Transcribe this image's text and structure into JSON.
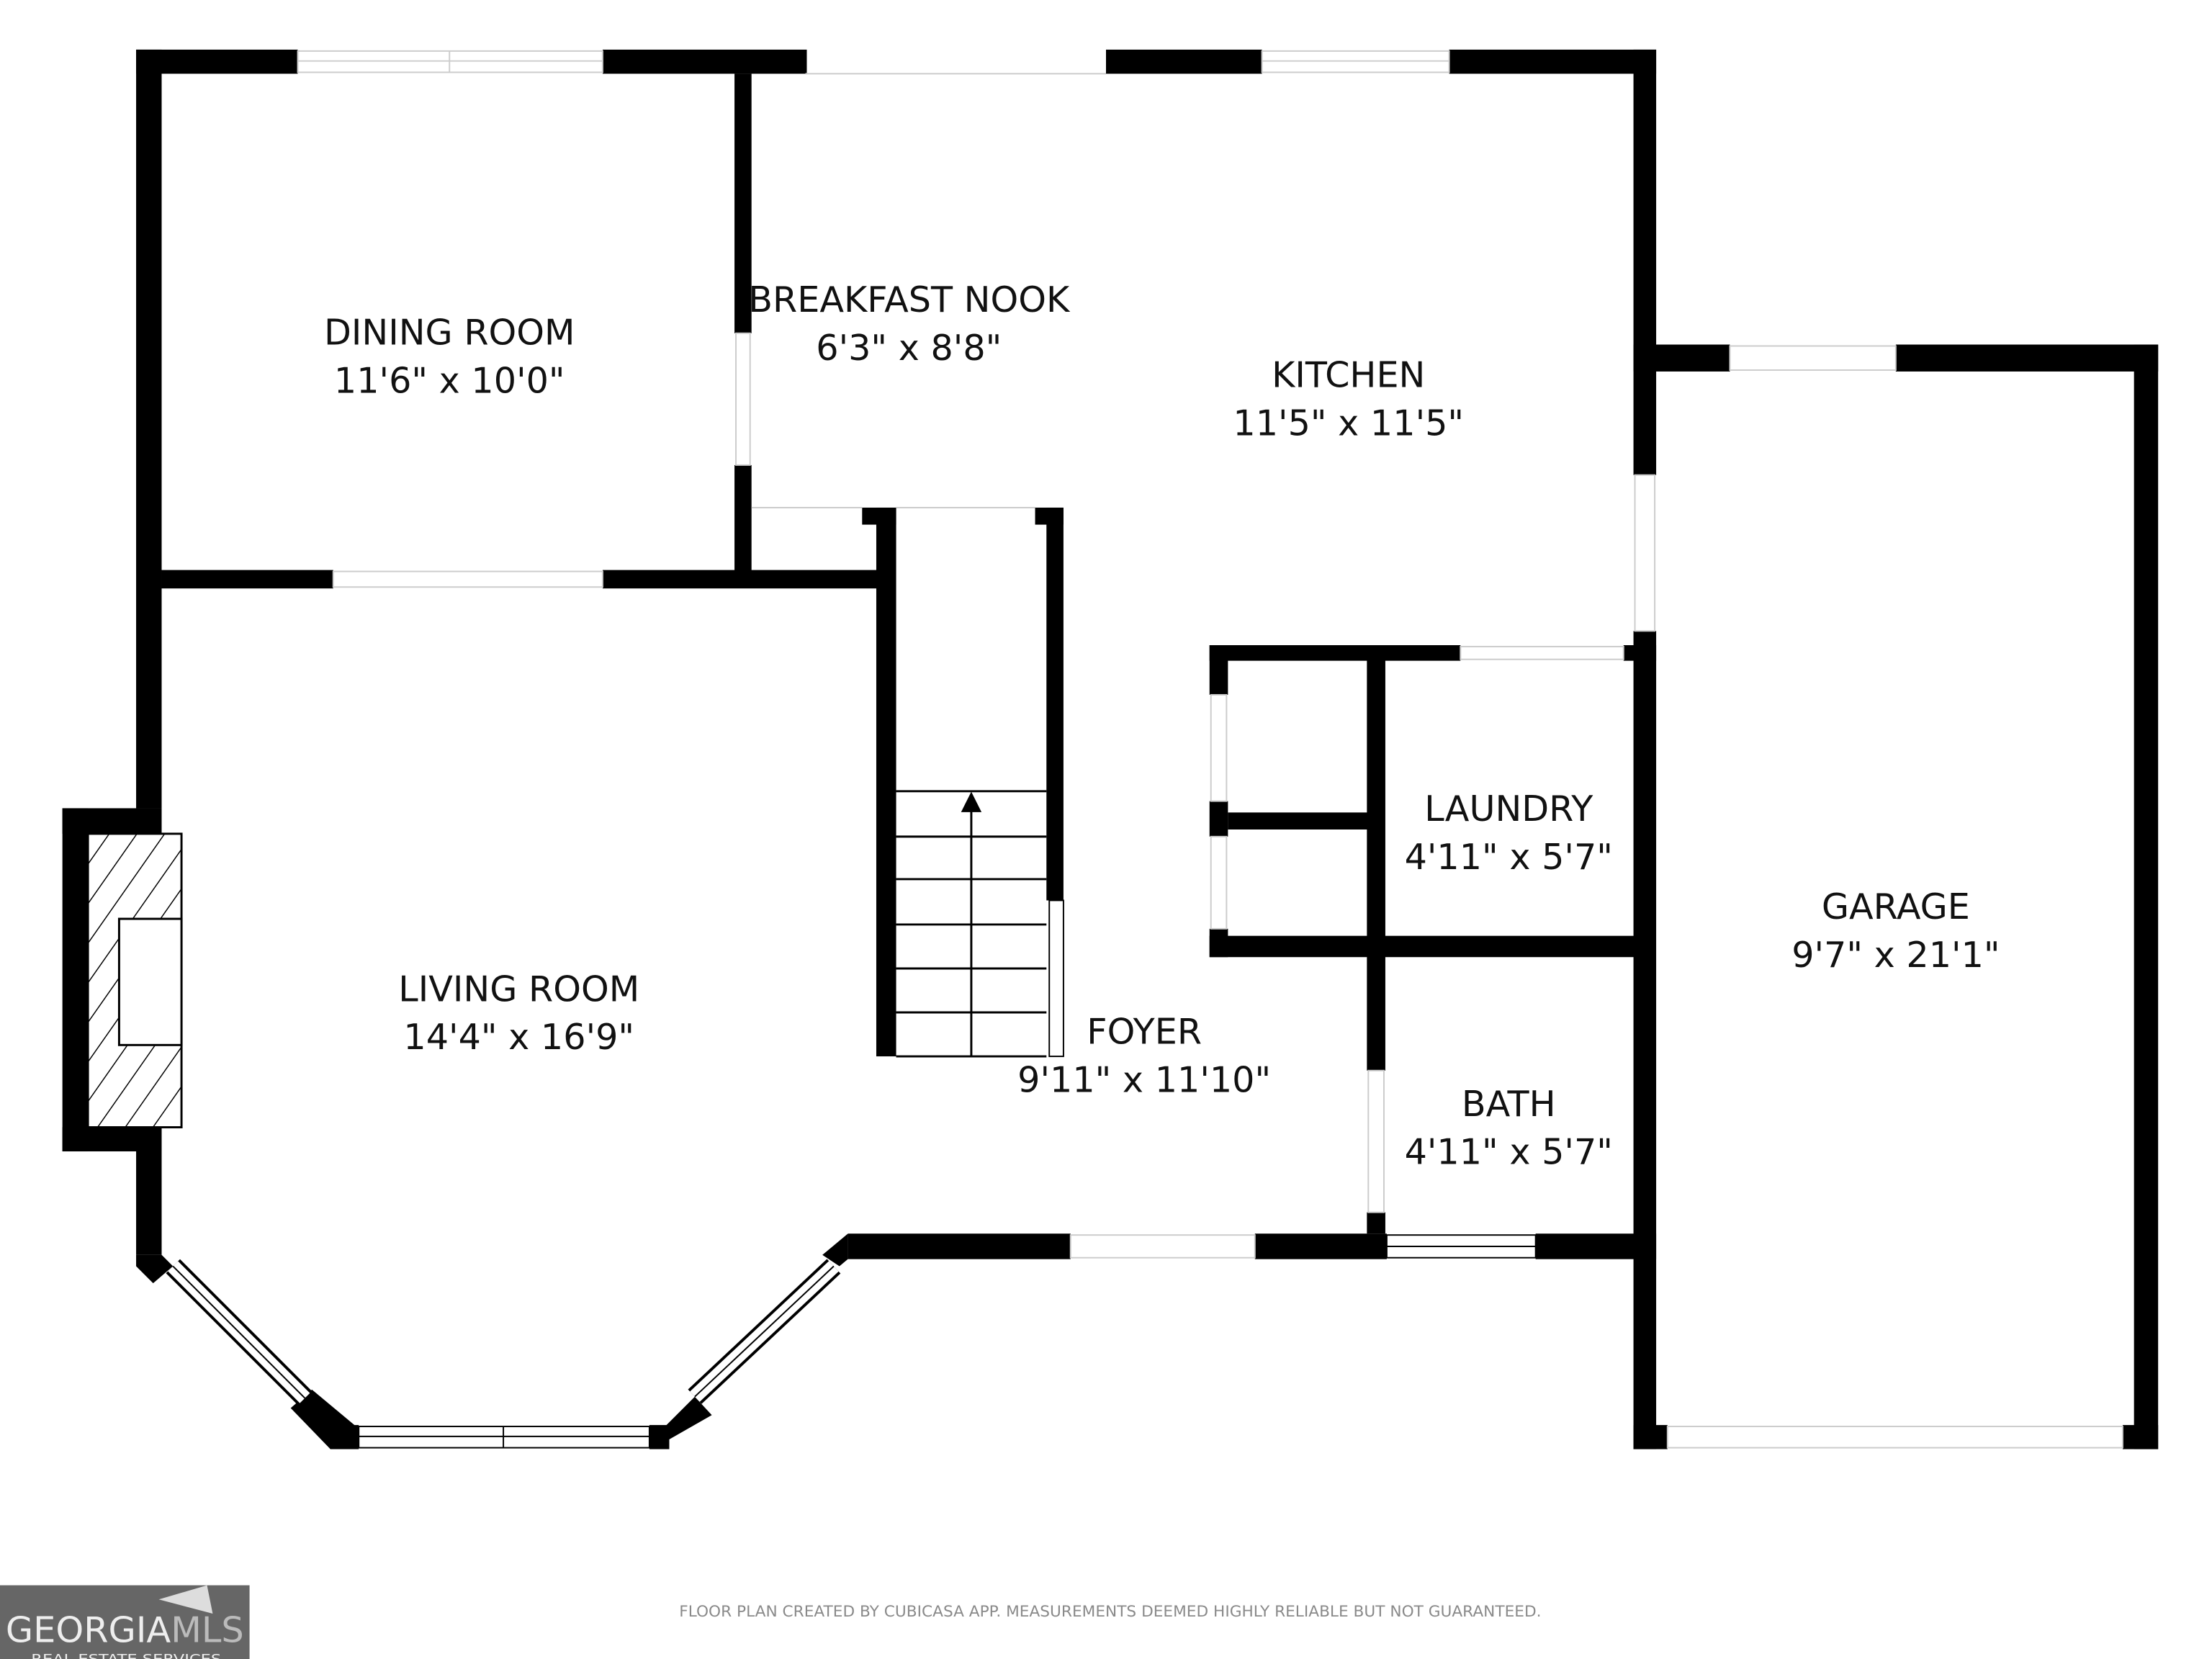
{
  "rooms": [
    {
      "name": "DINING ROOM",
      "size": "11'6\" x 10'0\""
    },
    {
      "name": "BREAKFAST NOOK",
      "size": "6'3\" x 8'8\""
    },
    {
      "name": "KITCHEN",
      "size": "11'5\" x 11'5\""
    },
    {
      "name": "LIVING ROOM",
      "size": "14'4\" x 16'9\""
    },
    {
      "name": "FOYER",
      "size": "9'11\" x 11'10\""
    },
    {
      "name": "LAUNDRY",
      "size": "4'11\" x 5'7\""
    },
    {
      "name": "BATH",
      "size": "4'11\" x 5'7\""
    },
    {
      "name": "GARAGE",
      "size": "9'7\" x 21'1\""
    }
  ],
  "footer": {
    "disclaimer": "FLOOR PLAN CREATED BY CUBICASA APP. MEASUREMENTS DEEMED HIGHLY RELIABLE BUT NOT GUARANTEED."
  },
  "logo": {
    "brand": "GEORGIA",
    "brand_suffix": "MLS",
    "tagline": "REAL ESTATE SERVICES"
  },
  "colors": {
    "wall": "#000000",
    "logo_bg": "#666666"
  }
}
